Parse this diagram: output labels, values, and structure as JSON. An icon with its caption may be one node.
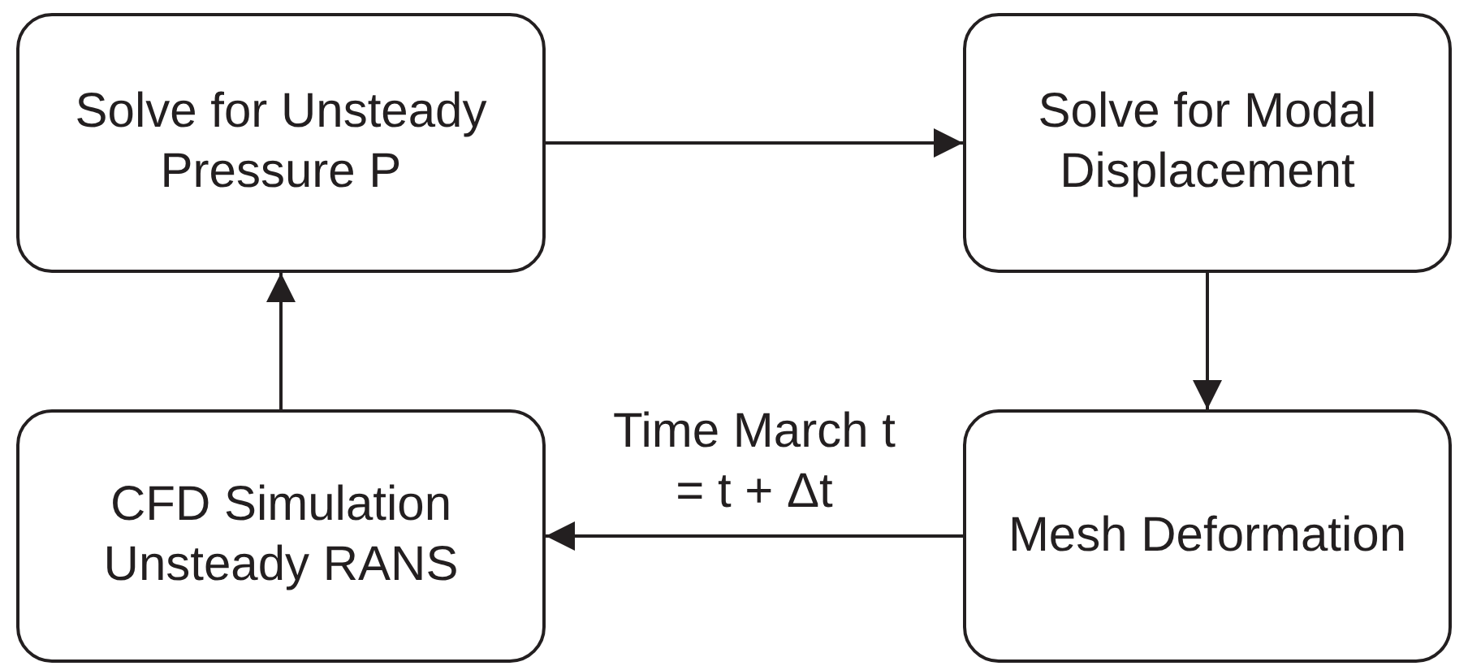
{
  "diagram": {
    "nodes": [
      {
        "text": [
          "Solve for Unsteady Pressure P"
        ]
      },
      {
        "text": [
          "Solve for Modal Displacement"
        ]
      },
      {
        "text": [
          "CFD Simulation Unsteady RANS"
        ]
      },
      {
        "text": [
          "Mesh Deformation"
        ]
      }
    ],
    "edges": [
      {
        "from": 0,
        "to": 1,
        "arrow": "to"
      },
      {
        "from": 1,
        "to": 3,
        "arrow": "to"
      },
      {
        "from": 3,
        "to": 2,
        "arrow": "to",
        "label": "Time March t = t + Δt"
      },
      {
        "from": 2,
        "to": 0,
        "arrow": "to"
      }
    ]
  }
}
